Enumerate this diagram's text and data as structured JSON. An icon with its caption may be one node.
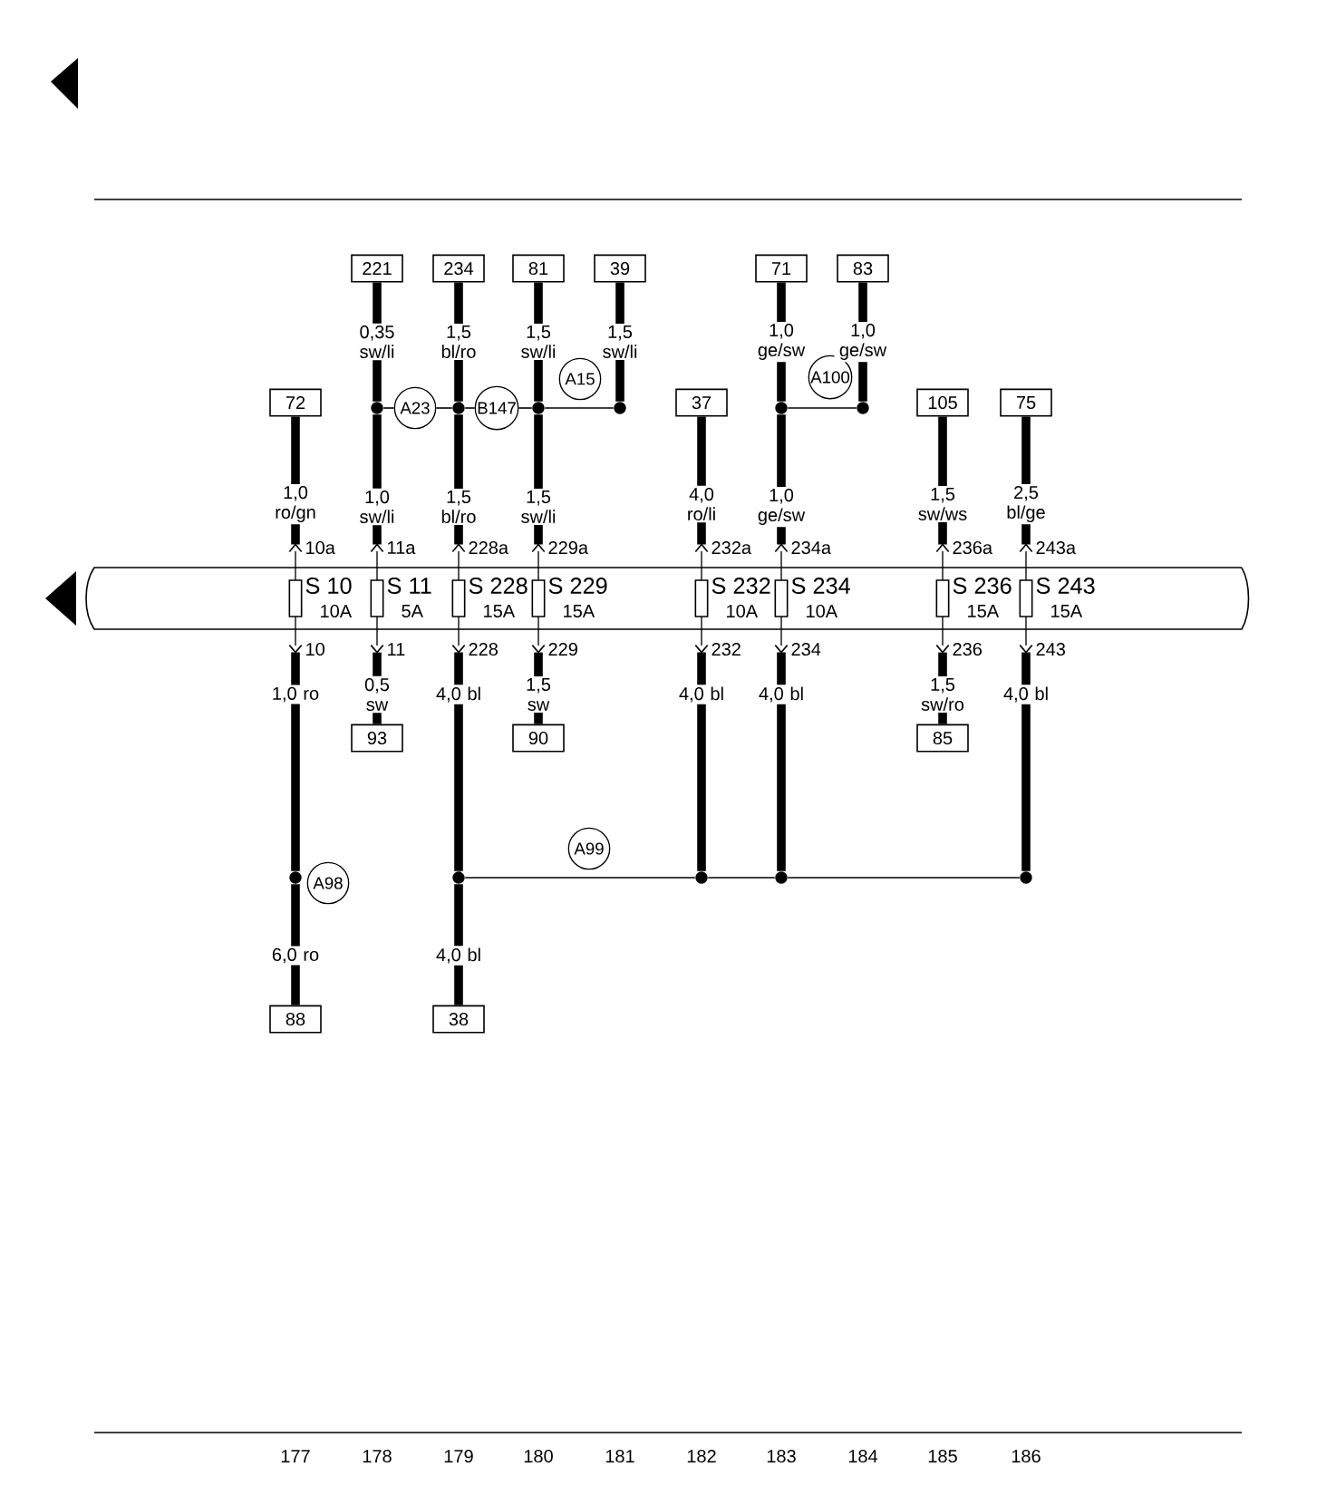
{
  "diagram": {
    "nodes": [
      {
        "text": [
          "221"
        ]
      },
      {
        "text": [
          "234"
        ]
      },
      {
        "text": [
          "81"
        ]
      },
      {
        "text": [
          "39"
        ]
      },
      {
        "text": [
          "71"
        ]
      },
      {
        "text": [
          "83"
        ]
      },
      {
        "text": [
          "72"
        ]
      },
      {
        "text": [
          "37"
        ]
      },
      {
        "text": [
          "105"
        ]
      },
      {
        "text": [
          "75"
        ]
      },
      {
        "text": [],
        "shape": "circle"
      },
      {
        "text": [
          "A23"
        ]
      },
      {
        "text": [],
        "shape": "circle"
      },
      {
        "text": [
          "B147"
        ]
      },
      {
        "text": [],
        "shape": "circle"
      },
      {
        "text": [
          "A15"
        ]
      },
      {
        "text": [],
        "shape": "circle"
      },
      {
        "text": [],
        "shape": "circle"
      },
      {
        "text": [
          "A100"
        ]
      },
      {
        "text": [],
        "shape": "circle"
      },
      {
        "text": [
          "S 10",
          "10A"
        ],
        "beside": [
          "10a",
          "10"
        ]
      },
      {
        "text": [
          "S 11",
          "5A"
        ],
        "beside": [
          "11a",
          "11"
        ]
      },
      {
        "text": [
          "S 228",
          "15A"
        ],
        "beside": [
          "228a",
          "228"
        ]
      },
      {
        "text": [
          "S 229",
          "15A"
        ],
        "beside": [
          "229a",
          "229"
        ]
      },
      {
        "text": [
          "S 232",
          "10A"
        ],
        "beside": [
          "232a",
          "232"
        ]
      },
      {
        "text": [
          "S 234",
          "10A"
        ],
        "beside": [
          "234a",
          "234"
        ]
      },
      {
        "text": [
          "S 236",
          "15A"
        ],
        "beside": [
          "236a",
          "236"
        ]
      },
      {
        "text": [
          "S 243",
          "15A"
        ],
        "beside": [
          "243a",
          "243"
        ]
      },
      {
        "text": [
          "93"
        ]
      },
      {
        "text": [
          "90"
        ]
      },
      {
        "text": [
          "85"
        ]
      },
      {
        "text": [],
        "shape": "circle"
      },
      {
        "text": [
          "A98"
        ]
      },
      {
        "text": [
          "A99"
        ]
      },
      {
        "text": [],
        "shape": "circle"
      },
      {
        "text": [],
        "shape": "circle"
      },
      {
        "text": [],
        "shape": "circle"
      },
      {
        "text": [],
        "shape": "circle"
      },
      {
        "text": [
          "88"
        ]
      },
      {
        "text": [
          "38"
        ]
      }
    ],
    "edges": [
      {
        "from": 0,
        "to": 10,
        "arrow": "none",
        "label": "0,35 sw/li"
      },
      {
        "from": 10,
        "to": 21,
        "arrow": "other",
        "label": "1,0 sw/li"
      },
      {
        "from": 1,
        "to": 12,
        "arrow": "none",
        "label": "1,5 bl/ro"
      },
      {
        "from": 12,
        "to": 22,
        "arrow": "other",
        "label": "1,5 bl/ro"
      },
      {
        "from": 2,
        "to": 14,
        "arrow": "none",
        "label": "1,5 sw/li"
      },
      {
        "from": 14,
        "to": 23,
        "arrow": "other",
        "label": "1,5 sw/li"
      },
      {
        "from": 3,
        "to": 16,
        "arrow": "none",
        "label": "1,5 sw/li"
      },
      {
        "from": 4,
        "to": 17,
        "arrow": "none",
        "label": "1,0 ge/sw"
      },
      {
        "from": 17,
        "to": 25,
        "arrow": "other",
        "label": "1,0 ge/sw"
      },
      {
        "from": 5,
        "to": 19,
        "arrow": "none",
        "label": "1,0 ge/sw"
      },
      {
        "from": 6,
        "to": 20,
        "arrow": "other",
        "label": "1,0 ro/gn"
      },
      {
        "from": 7,
        "to": 24,
        "arrow": "other",
        "label": "4,0 ro/li"
      },
      {
        "from": 8,
        "to": 26,
        "arrow": "other",
        "label": "1,5 sw/ws"
      },
      {
        "from": 9,
        "to": 27,
        "arrow": "other",
        "label": "2,5 bl/ge"
      },
      {
        "from": 10,
        "to": 11,
        "arrow": "none"
      },
      {
        "from": 11,
        "to": 12,
        "arrow": "none"
      },
      {
        "from": 12,
        "to": 13,
        "arrow": "none"
      },
      {
        "from": 13,
        "to": 14,
        "arrow": "none"
      },
      {
        "from": 14,
        "to": 16,
        "arrow": "none"
      },
      {
        "from": 17,
        "to": 19,
        "arrow": "none"
      },
      {
        "from": 20,
        "to": 31,
        "arrow": "other",
        "label": "1,0 ro"
      },
      {
        "from": 21,
        "to": 28,
        "arrow": "other",
        "label": "0,5 sw"
      },
      {
        "from": 22,
        "to": 34,
        "arrow": "other",
        "label": "4,0 bl"
      },
      {
        "from": 23,
        "to": 29,
        "arrow": "other",
        "label": "1,5 sw"
      },
      {
        "from": 24,
        "to": 35,
        "arrow": "other",
        "label": "4,0 bl"
      },
      {
        "from": 25,
        "to": 36,
        "arrow": "other",
        "label": "4,0 bl"
      },
      {
        "from": 26,
        "to": 30,
        "arrow": "other",
        "label": "1,5 sw/ro"
      },
      {
        "from": 27,
        "to": 37,
        "arrow": "other",
        "label": "4,0 bl"
      },
      {
        "from": 31,
        "to": 38,
        "arrow": "none",
        "label": "6,0 ro"
      },
      {
        "from": 34,
        "to": 39,
        "arrow": "none",
        "label": "4,0 bl"
      },
      {
        "from": 34,
        "to": 35,
        "arrow": "none"
      },
      {
        "from": 35,
        "to": 36,
        "arrow": "none"
      },
      {
        "from": 36,
        "to": 37,
        "arrow": "none"
      }
    ],
    "labels": [
      "177",
      "178",
      "179",
      "180",
      "181",
      "182",
      "183",
      "184",
      "185",
      "186"
    ]
  }
}
